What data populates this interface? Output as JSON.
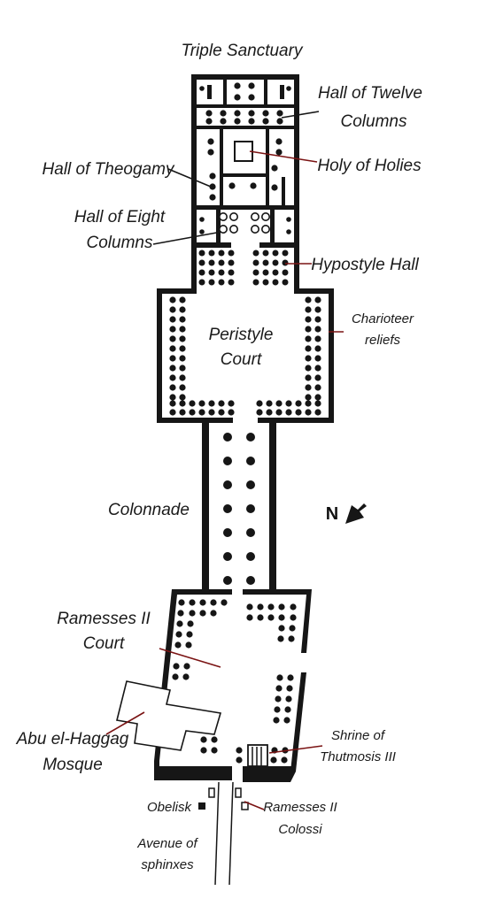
{
  "labels": {
    "triple_sanctuary": "Triple Sanctuary",
    "hall_twelve_1": "Hall of Twelve",
    "hall_twelve_2": "Columns",
    "holy_of_holies": "Holy of Holies",
    "hall_theogamy": "Hall of Theogamy",
    "hall_eight_1": "Hall of Eight",
    "hall_eight_2": "Columns",
    "hypostyle_hall": "Hypostyle Hall",
    "peristyle_1": "Peristyle",
    "peristyle_2": "Court",
    "charioteer_1": "Charioteer",
    "charioteer_2": "reliefs",
    "colonnade": "Colonnade",
    "north": "N",
    "ramesses_court_1": "Ramesses II",
    "ramesses_court_2": "Court",
    "mosque_1": "Abu el-Haggag",
    "mosque_2": "Mosque",
    "shrine_1": "Shrine of",
    "shrine_2": "Thutmosis III",
    "obelisk": "Obelisk",
    "colossi_1": "Ramesses II",
    "colossi_2": "Colossi",
    "avenue_1": "Avenue of",
    "avenue_2": "sphinxes"
  },
  "colors": {
    "wall": "#161616",
    "leader_red": "#7a1313",
    "leader_black": "#161616"
  }
}
